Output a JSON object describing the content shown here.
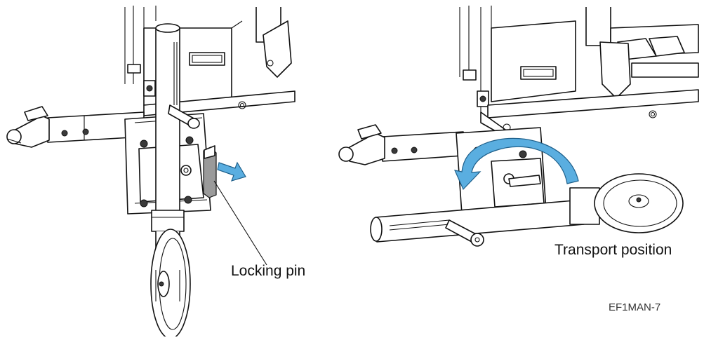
{
  "labels": {
    "locking_pin": "Locking pin",
    "transport_position": "Transport position",
    "figure_code": "EF1MAN-7"
  },
  "colors": {
    "line": "#111111",
    "arrow_fill": "#5aaee0",
    "arrow_stroke": "#1e5f8a",
    "part_gray": "#9a9a9a"
  }
}
